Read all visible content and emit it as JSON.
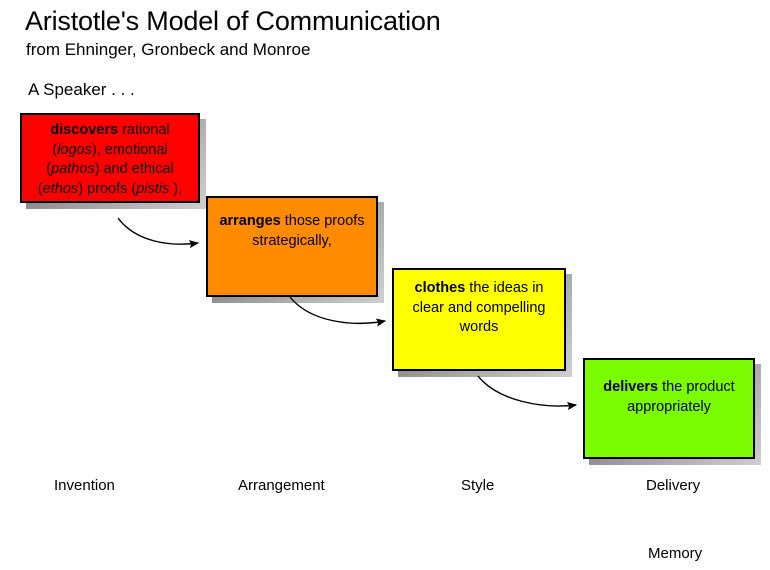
{
  "header": {
    "title": "Aristotle's Model of Communication",
    "subtitle": "from Ehninger, Gronbeck and Monroe",
    "lead_in": "A Speaker . . ."
  },
  "colors": {
    "invention": "#ff0000",
    "arrangement": "#ff8c00",
    "style": "#ffff00",
    "delivery": "#7cfc00",
    "border": "#000000",
    "shadow": "#808080",
    "background": "#ffffff",
    "text": "#000000"
  },
  "stages": [
    {
      "key": "invention",
      "verb": "discovers",
      "rest_html": " rational (<i>logos</i>), emotional (<i>pathos</i>) and ethical (<i>ethos</i>) proofs (<i>pistis</i> ),",
      "plain_text": "discovers rational (logos), emotional (pathos) and ethical (ethos) proofs (pistis ),",
      "canon_label": "Invention",
      "color": "#ff0000"
    },
    {
      "key": "arrangement",
      "verb": "arranges",
      "rest_html": " those proofs strategically,",
      "plain_text": "arranges those proofs strategically,",
      "canon_label": "Arrangement",
      "color": "#ff8c00"
    },
    {
      "key": "style",
      "verb": "clothes",
      "rest_html": " the ideas in clear and compelling words",
      "plain_text": "clothes the ideas in clear and compelling words",
      "canon_label": "Style",
      "color": "#ffff00"
    },
    {
      "key": "delivery",
      "verb": "delivers",
      "rest_html": " the product appropriately",
      "plain_text": "delivers the product appropriately",
      "canon_label": "Delivery",
      "color": "#7cfc00"
    }
  ],
  "extra_label": {
    "memory": "Memory"
  },
  "arrows": [
    {
      "from": "invention",
      "to": "arrangement"
    },
    {
      "from": "arrangement",
      "to": "style"
    },
    {
      "from": "style",
      "to": "delivery"
    }
  ]
}
